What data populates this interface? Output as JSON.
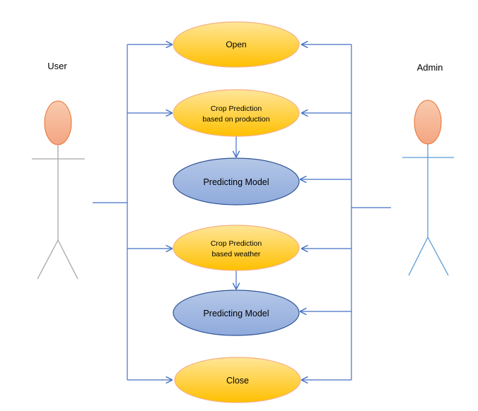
{
  "actors": {
    "user": {
      "label": "User"
    },
    "admin": {
      "label": "Admin"
    }
  },
  "use_cases": {
    "open": {
      "label": "Open"
    },
    "crop_production": {
      "line1": "Crop Prediction",
      "line2": "based on production"
    },
    "model_1": {
      "label": "Predicting Model"
    },
    "crop_weather": {
      "line1": "Crop Prediction",
      "line2": "based weather"
    },
    "model_2": {
      "label": "Predicting Model"
    },
    "close": {
      "label": "Close"
    }
  },
  "colors": {
    "line": "#4472c4",
    "orange_fill": "#ffd966",
    "orange_stroke": "#f4b183",
    "blue_fill": "#8faadc",
    "blue_stroke": "#2f5597",
    "head_fill": "#f4a582",
    "head_stroke": "#e97132",
    "user_body": "#a6a6a6",
    "admin_body": "#5b9bd5"
  }
}
